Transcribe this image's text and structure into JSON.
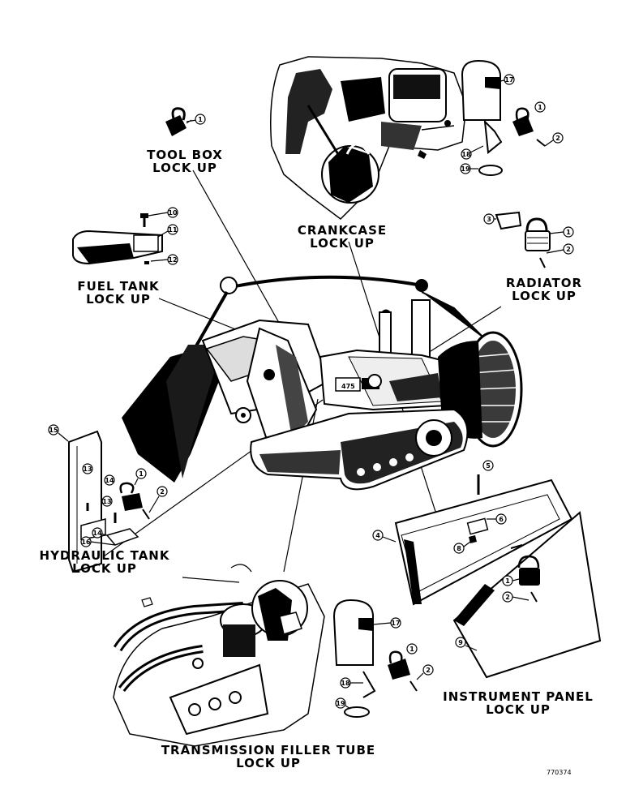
{
  "labels": {
    "tool_box": [
      "TOOL BOX",
      "LOCK UP"
    ],
    "crankcase": [
      "CRANKCASE",
      "LOCK UP"
    ],
    "fuel_tank": [
      "FUEL TANK",
      "LOCK UP"
    ],
    "radiator": [
      "RADIATOR",
      "LOCK UP"
    ],
    "hydraulic_tank": [
      "HYDRAULIC TANK",
      "LOCK UP"
    ],
    "instrument_panel": [
      "INSTRUMENT PANEL",
      "LOCK UP"
    ],
    "transmission": [
      "TRANSMISSION FILLER TUBE",
      "LOCK UP"
    ]
  },
  "callouts": {
    "toolbox_1": "1",
    "radtop_17": "17",
    "radtop_1": "1",
    "radtop_2": "2",
    "radtop_18": "18",
    "radtop_19": "19",
    "fuel_10": "10",
    "fuel_11": "11",
    "fuel_12": "12",
    "rad_3": "3",
    "rad_1": "1",
    "rad_2": "2",
    "hyd_15": "15",
    "hyd_13a": "13",
    "hyd_14a": "14",
    "hyd_1": "1",
    "hyd_2": "2",
    "hyd_13b": "13",
    "hyd_14b": "14",
    "hyd_16": "16",
    "inst_5": "5",
    "inst_6": "6",
    "inst_4": "4",
    "inst_8": "8",
    "inst_1": "1",
    "inst_2": "2",
    "inst_9": "9",
    "trans_17": "17",
    "trans_1": "1",
    "trans_18": "18",
    "trans_2": "2",
    "trans_19": "19"
  },
  "figure_number": "770374",
  "tractor_model": "475",
  "colors": {
    "ink": "#000000",
    "paper": "#ffffff"
  }
}
